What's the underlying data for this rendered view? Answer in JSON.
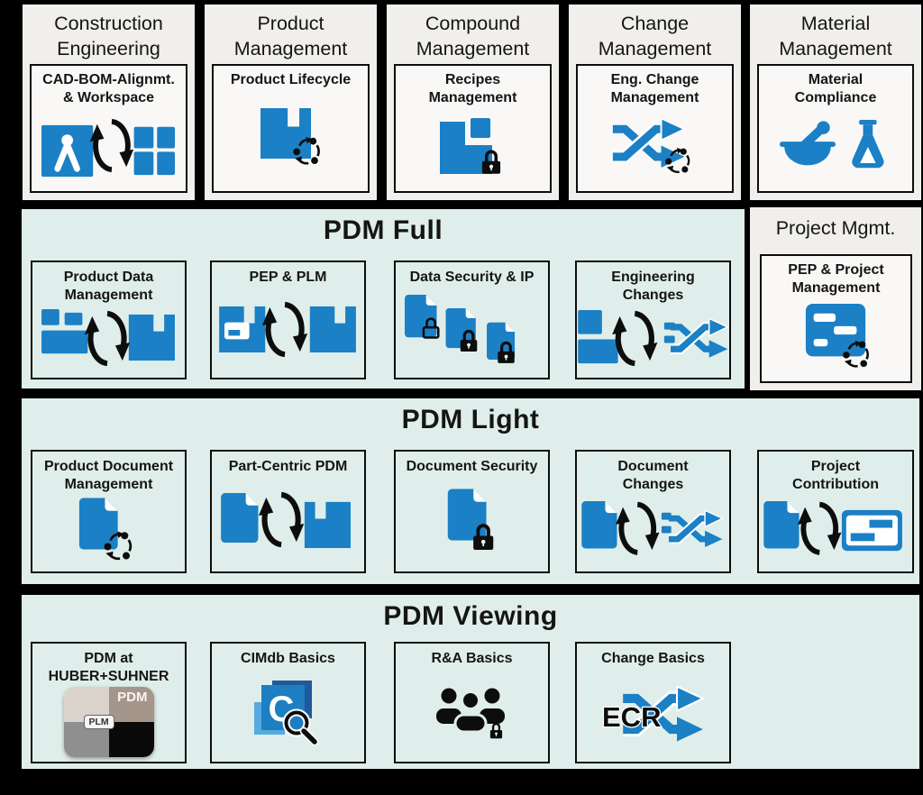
{
  "colors": {
    "page_bg": "#000000",
    "accent_blue": "#1b80c5",
    "band_mint": "#dfeeea",
    "panel_gray": "#f1efec",
    "inner_panel": "#f9f8f6",
    "icon_black": "#0d0d0d"
  },
  "top_row": [
    {
      "title": "Construction\nEngineering",
      "module": "CAD-BOM-Alignmt.\n& Workspace",
      "icon": "cad-bom-workspace-icon"
    },
    {
      "title": "Product\nManagement",
      "module": "Product Lifecycle",
      "icon": "product-lifecycle-icon"
    },
    {
      "title": "Compound\nManagement",
      "module": "Recipes\nManagement",
      "icon": "recipes-management-icon"
    },
    {
      "title": "Change\nManagement",
      "module": "Eng. Change\nManagement",
      "icon": "eng-change-icon"
    },
    {
      "title": "Material\nManagement",
      "module": "Material\nCompliance",
      "icon": "material-compliance-icon"
    }
  ],
  "bands": {
    "full": {
      "title": "PDM Full",
      "cards": [
        {
          "label": "Product Data\nManagement",
          "icon": "parts-sync-icon"
        },
        {
          "label": "PEP & PLM",
          "icon": "pep-plm-sync-icon"
        },
        {
          "label": "Data Security & IP",
          "icon": "documents-locks-icon"
        },
        {
          "label": "Engineering\nChanges",
          "icon": "parts-sync-shuffle-icon"
        }
      ]
    },
    "light": {
      "title": "PDM Light",
      "cards": [
        {
          "label": "Product Document\nManagement",
          "icon": "document-iterate-icon"
        },
        {
          "label": "Part-Centric PDM",
          "icon": "document-sync-part-icon"
        },
        {
          "label": "Document Security",
          "icon": "document-lock-icon"
        },
        {
          "label": "Document\nChanges",
          "icon": "document-sync-shuffle-icon"
        },
        {
          "label": "Project\nContribution",
          "icon": "document-sync-board-icon"
        }
      ]
    },
    "viewing": {
      "title": "PDM Viewing",
      "cards": [
        {
          "label": "PDM at\nHUBER+SUHNER",
          "icon": "pdm-plm-quadrant-icon"
        },
        {
          "label": "CIMdb Basics",
          "icon": "cimdb-logo-icon"
        },
        {
          "label": "R&A Basics",
          "icon": "people-lock-icon"
        },
        {
          "label": "Change Basics",
          "icon": "ecr-arrows-icon"
        }
      ]
    }
  },
  "project_column": {
    "title": "Project Mgmt.",
    "card": {
      "label": "PEP & Project\nManagement",
      "icon": "project-board-sync-icon"
    }
  },
  "icon_text": {
    "pdm": "PDM",
    "plm": "PLM",
    "cimdb_c": "C",
    "ecr": "ECR"
  }
}
